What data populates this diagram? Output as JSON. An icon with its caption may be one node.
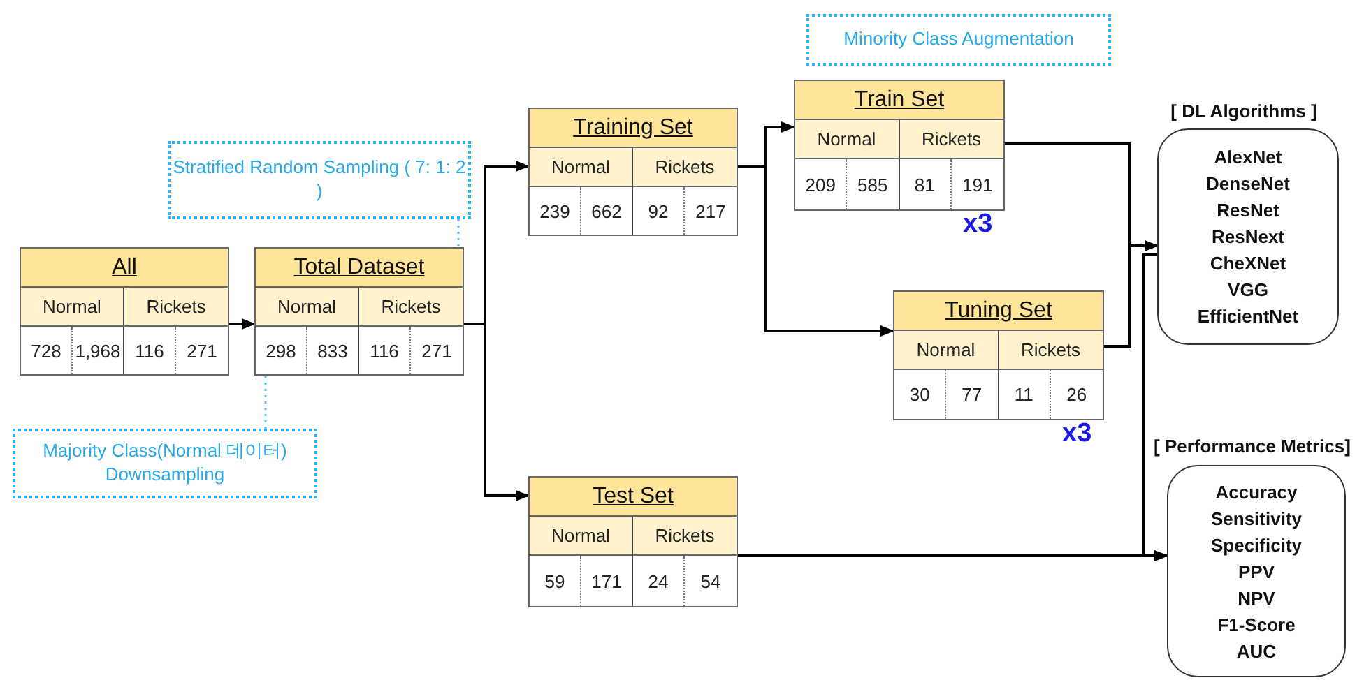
{
  "diagram": {
    "nodes": [
      {
        "text": [
          "All",
          "Normal",
          "Rickets",
          "728",
          "1,968",
          "116",
          "271"
        ]
      },
      {
        "text": [
          "Total Dataset",
          "Normal",
          "Rickets",
          "298",
          "833",
          "116",
          "271"
        ]
      },
      {
        "text": [
          "Training Set",
          "Normal",
          "Rickets",
          "239",
          "662",
          "92",
          "217"
        ]
      },
      {
        "text": [
          "Train Set",
          "Normal",
          "Rickets",
          "209",
          "585",
          "81",
          "191"
        ],
        "beside": [
          "x3"
        ]
      },
      {
        "text": [
          "Tuning Set",
          "Normal",
          "Rickets",
          "30",
          "77",
          "11",
          "26"
        ],
        "beside": [
          "x3"
        ]
      },
      {
        "text": [
          "Test Set",
          "Normal",
          "Rickets",
          "59",
          "171",
          "24",
          "54"
        ]
      },
      {
        "text": [
          "[ DL Algorithms ]",
          "AlexNet",
          "DenseNet",
          "ResNet",
          "ResNext",
          "CheXNet",
          "VGG",
          "EfficientNet"
        ]
      },
      {
        "text": [
          "[ Performance Metrics]",
          "Accuracy",
          "Sensitivity",
          "Specificity",
          "PPV",
          "NPV",
          "F1-Score",
          "AUC"
        ]
      },
      {
        "text": [
          "Stratified Random Sampling ( 7: 1: 2 )"
        ]
      },
      {
        "text": [
          "Majority Class(Normal 데이터) Downsampling"
        ]
      },
      {
        "text": [
          "Minority Class Augmentation"
        ]
      }
    ],
    "edges": [
      {
        "from": 0,
        "to": 1,
        "arrow": "to"
      },
      {
        "from": 1,
        "to": 2,
        "arrow": "to"
      },
      {
        "from": 1,
        "to": 5,
        "arrow": "to"
      },
      {
        "from": 2,
        "to": 3,
        "arrow": "to"
      },
      {
        "from": 2,
        "to": 4,
        "arrow": "to"
      },
      {
        "from": 3,
        "to": 6,
        "arrow": "to"
      },
      {
        "from": 4,
        "to": 6,
        "arrow": "to"
      },
      {
        "from": 5,
        "to": 7,
        "arrow": "to"
      },
      {
        "from": 6,
        "to": 7,
        "arrow": "to"
      },
      {
        "from": 8,
        "to": 1,
        "arrow": "none",
        "style": "dashed",
        "color": "#4fc3f7"
      },
      {
        "from": 9,
        "to": 1,
        "arrow": "none",
        "style": "dashed",
        "color": "#4fc3f7"
      }
    ]
  }
}
